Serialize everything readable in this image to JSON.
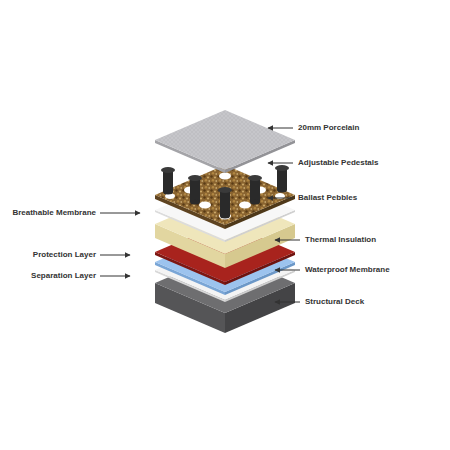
{
  "diagram": {
    "labels": [
      "20mm Porcelain",
      "Adjustable Pedestals",
      "Ballast Pebbles",
      "Breathable Membrane",
      "Thermal Insulation",
      "Protection Layer",
      "Waterproof Membrane",
      "Separation Layer",
      "Structural Deck"
    ]
  }
}
